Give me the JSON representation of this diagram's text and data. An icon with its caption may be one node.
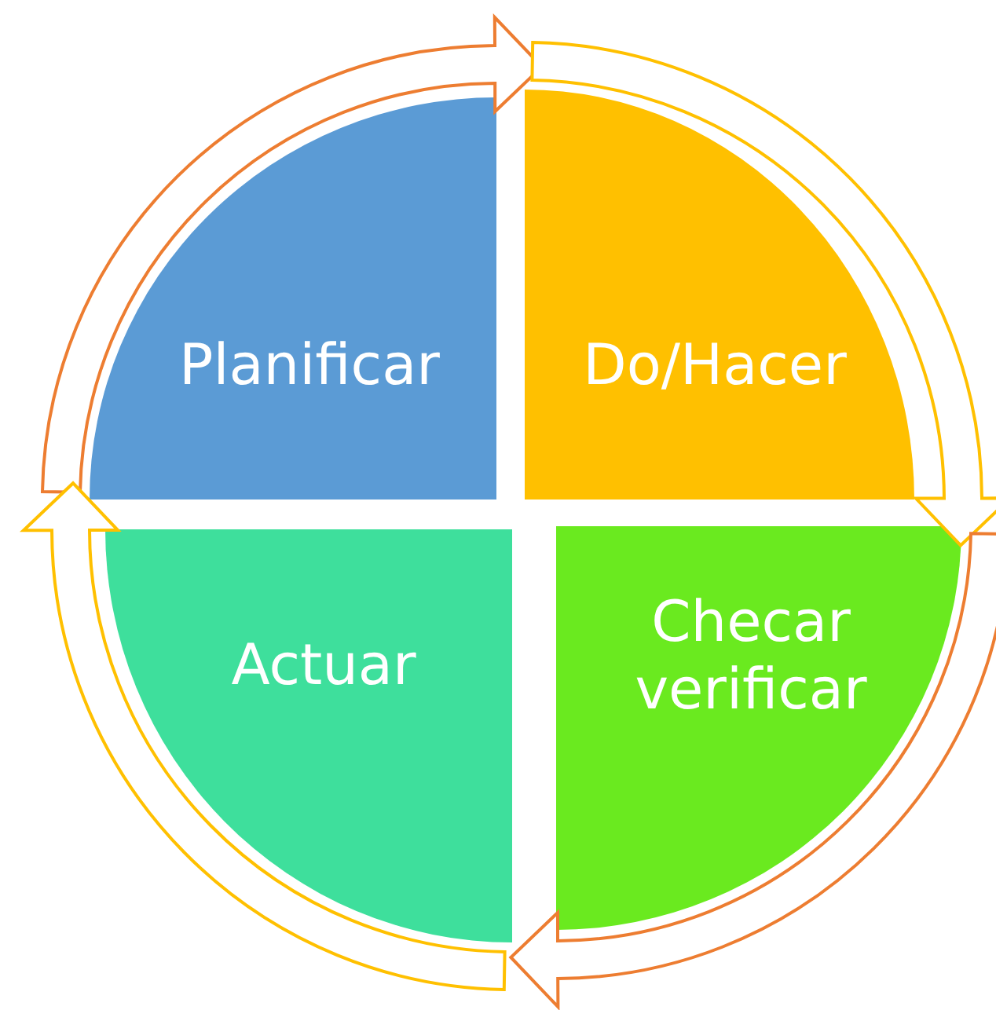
{
  "diagram": {
    "nodes": [
      {
        "text": [
          "Planificar"
        ]
      },
      {
        "text": [
          "Do/Hacer"
        ]
      },
      {
        "text": [
          "Checar verificar"
        ]
      },
      {
        "text": [
          "Actuar"
        ]
      }
    ],
    "edges": [
      {
        "from": 0,
        "to": 1,
        "arrow": "to",
        "color": "#ed7d31"
      },
      {
        "from": 1,
        "to": 2,
        "arrow": "to",
        "color": "#ffc000"
      },
      {
        "from": 2,
        "to": 3,
        "arrow": "to",
        "color": "#ed7d31"
      },
      {
        "from": 3,
        "to": 0,
        "arrow": "to",
        "color": "#ffc000"
      }
    ]
  }
}
